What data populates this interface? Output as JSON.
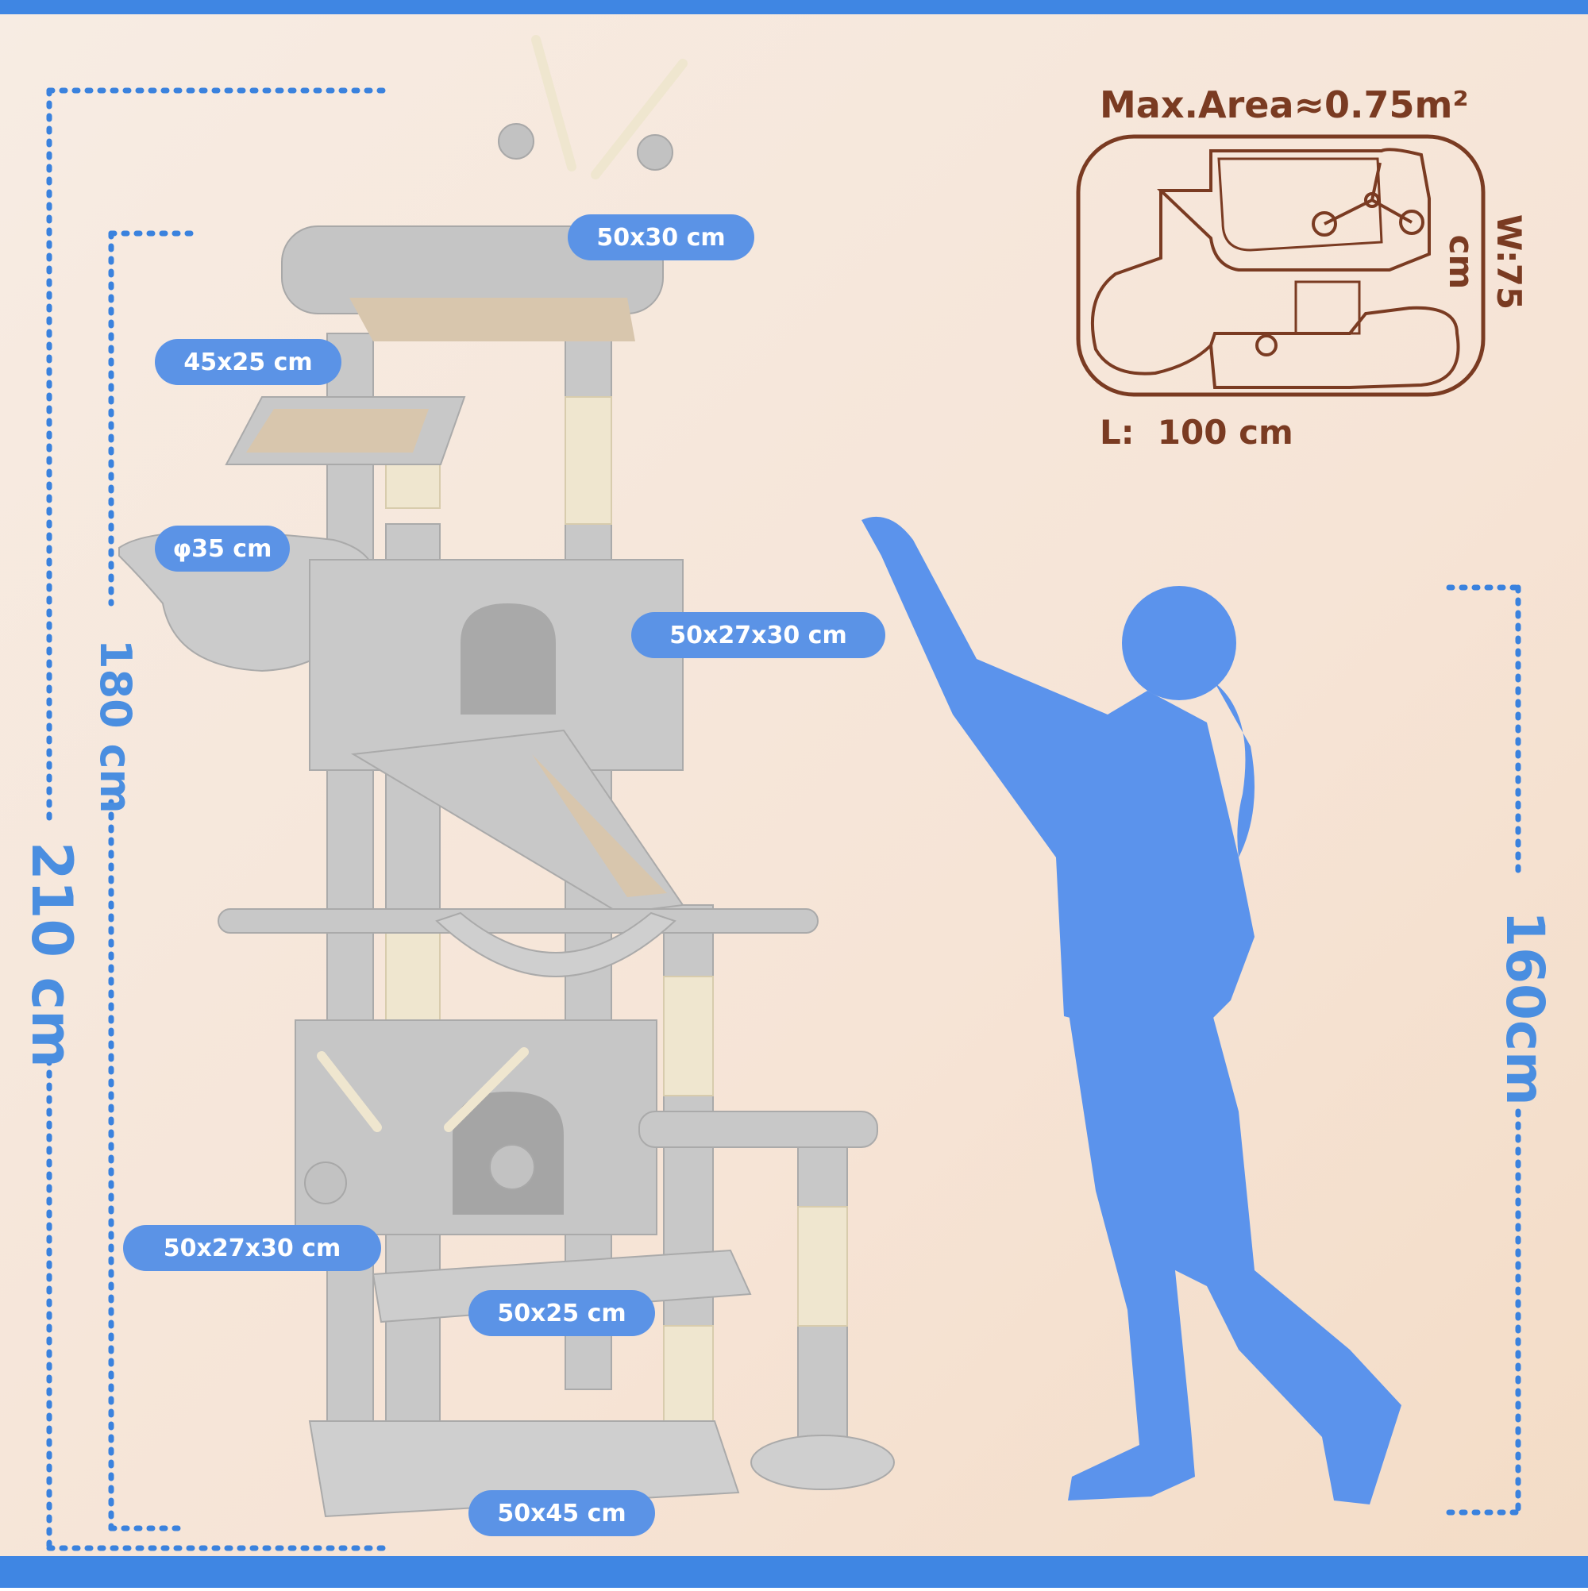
{
  "colors": {
    "background": "#f6e7da",
    "frame": "#3f86e3",
    "accent": "#5b93e6",
    "dimension_line": "#3a82de",
    "brown": "#7a3b22",
    "tree_grey": "#c8c8c8",
    "sisal": "#efe6cf"
  },
  "dimensions": {
    "total_height": "210 cm",
    "inner_height": "180 cm",
    "person_height": "160cm"
  },
  "footprint": {
    "title": "Max.Area≈0.75m²",
    "width": "W:75 cm",
    "length": "L:  100 cm"
  },
  "platform_labels": {
    "top_perch": "50x30 cm",
    "side_perch": "45x25 cm",
    "basket": "φ35 cm",
    "upper_condo": "50x27x30 cm",
    "lower_condo": "50x27x30 cm",
    "low_platform": "50x25 cm",
    "base": "50x45 cm"
  }
}
